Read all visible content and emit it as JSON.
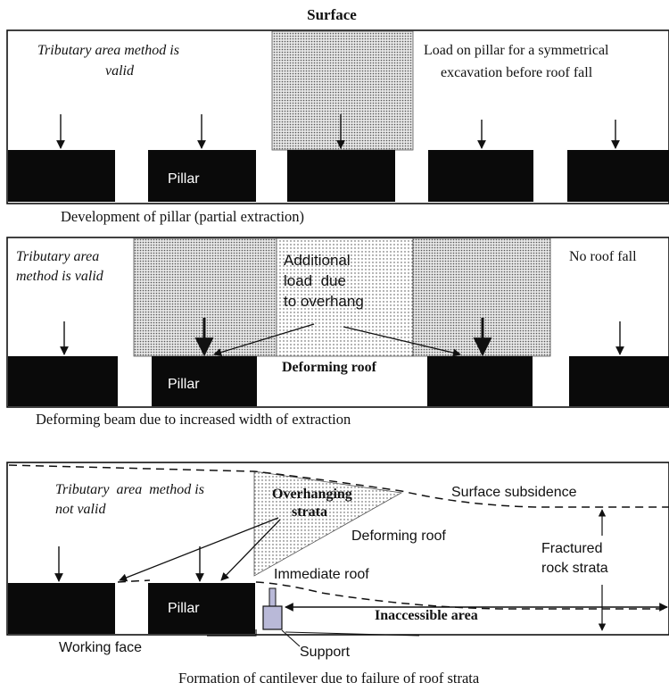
{
  "colors": {
    "pillar": "#0a0a0a",
    "line": "#111111",
    "dotted_fill": "#c8c8c8",
    "support": "#b9b9d8",
    "background": "#ffffff"
  },
  "top_label": "Surface",
  "panel1": {
    "left_note_line1": "Tributary area method is",
    "left_note_line2": "valid",
    "right_note_line1": "Load on pillar for a symmetrical",
    "right_note_line2": "excavation before roof fall",
    "pillar_label": "Pillar",
    "caption": "Development of pillar (partial extraction)"
  },
  "panel2": {
    "left_note_line1": "Tributary area",
    "left_note_line2": "method is valid",
    "center_note_line1": "Additional",
    "center_note_line2": "load  due",
    "center_note_line3": "to overhang",
    "right_note": "No roof fall",
    "pillar_label": "Pillar",
    "roof_label": "Deforming roof",
    "caption": "Deforming beam due to increased width of extraction"
  },
  "panel3": {
    "left_note_line1": "Tributary  area  method is",
    "left_note_line2": "not valid",
    "overhang_line1": "Overhanging",
    "overhang_line2": "strata",
    "subsidence": "Surface subsidence",
    "deforming_roof": "Deforming roof",
    "fractured_line1": "Fractured",
    "fractured_line2": "rock strata",
    "immediate_roof": "Immediate roof",
    "pillar_label": "Pillar",
    "inaccessible": "Inaccessible area",
    "working_face": "Working face",
    "support": "Support",
    "caption": "Formation of cantilever due to failure of roof strata"
  }
}
